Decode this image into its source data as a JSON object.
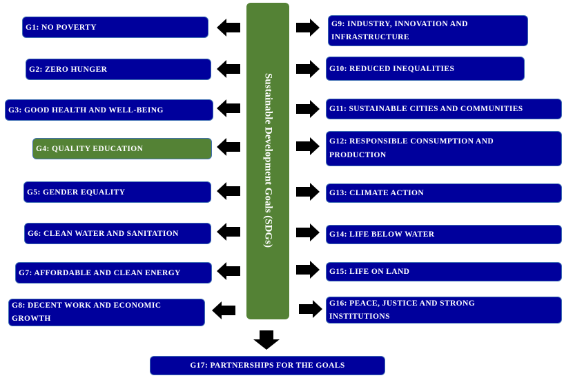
{
  "title": "Sustainable Development Goals (SDGs)",
  "colors": {
    "goal_fill": "#00009c",
    "highlight_fill": "#548235",
    "center_fill": "#548235",
    "arrow": "#000000",
    "text": "#ffffff"
  },
  "left_goals": [
    {
      "id": "G1",
      "label": "G1: NO POVERTY"
    },
    {
      "id": "G2",
      "label": "G2: ZERO HUNGER"
    },
    {
      "id": "G3",
      "label": "G3: GOOD HEALTH AND WELL-BEING"
    },
    {
      "id": "G4",
      "label": "G4: QUALITY EDUCATION",
      "highlighted": true
    },
    {
      "id": "G5",
      "label": "G5: GENDER EQUALITY"
    },
    {
      "id": "G6",
      "label": "G6: CLEAN WATER AND SANITATION"
    },
    {
      "id": "G7",
      "label": "G7: AFFORDABLE AND CLEAN ENERGY"
    },
    {
      "id": "G8",
      "label": "G8: DECENT WORK AND ECONOMIC GROWTH"
    }
  ],
  "right_goals": [
    {
      "id": "G9",
      "label": "G9: INDUSTRY, INNOVATION AND INFRASTRUCTURE"
    },
    {
      "id": "G10",
      "label": "G10: REDUCED INEQUALITIES"
    },
    {
      "id": "G11",
      "label": "G11: SUSTAINABLE CITIES AND COMMUNITIES"
    },
    {
      "id": "G12",
      "label": "G12: RESPONSIBLE CONSUMPTION AND PRODUCTION"
    },
    {
      "id": "G13",
      "label": "G13: CLIMATE ACTION"
    },
    {
      "id": "G14",
      "label": "G14: LIFE BELOW WATER"
    },
    {
      "id": "G15",
      "label": "G15: LIFE ON LAND"
    },
    {
      "id": "G16",
      "label": "G16: PEACE, JUSTICE AND STRONG INSTITUTIONS"
    }
  ],
  "bottom_goal": {
    "id": "G17",
    "label": "G17: PARTNERSHIPS FOR THE GOALS"
  }
}
